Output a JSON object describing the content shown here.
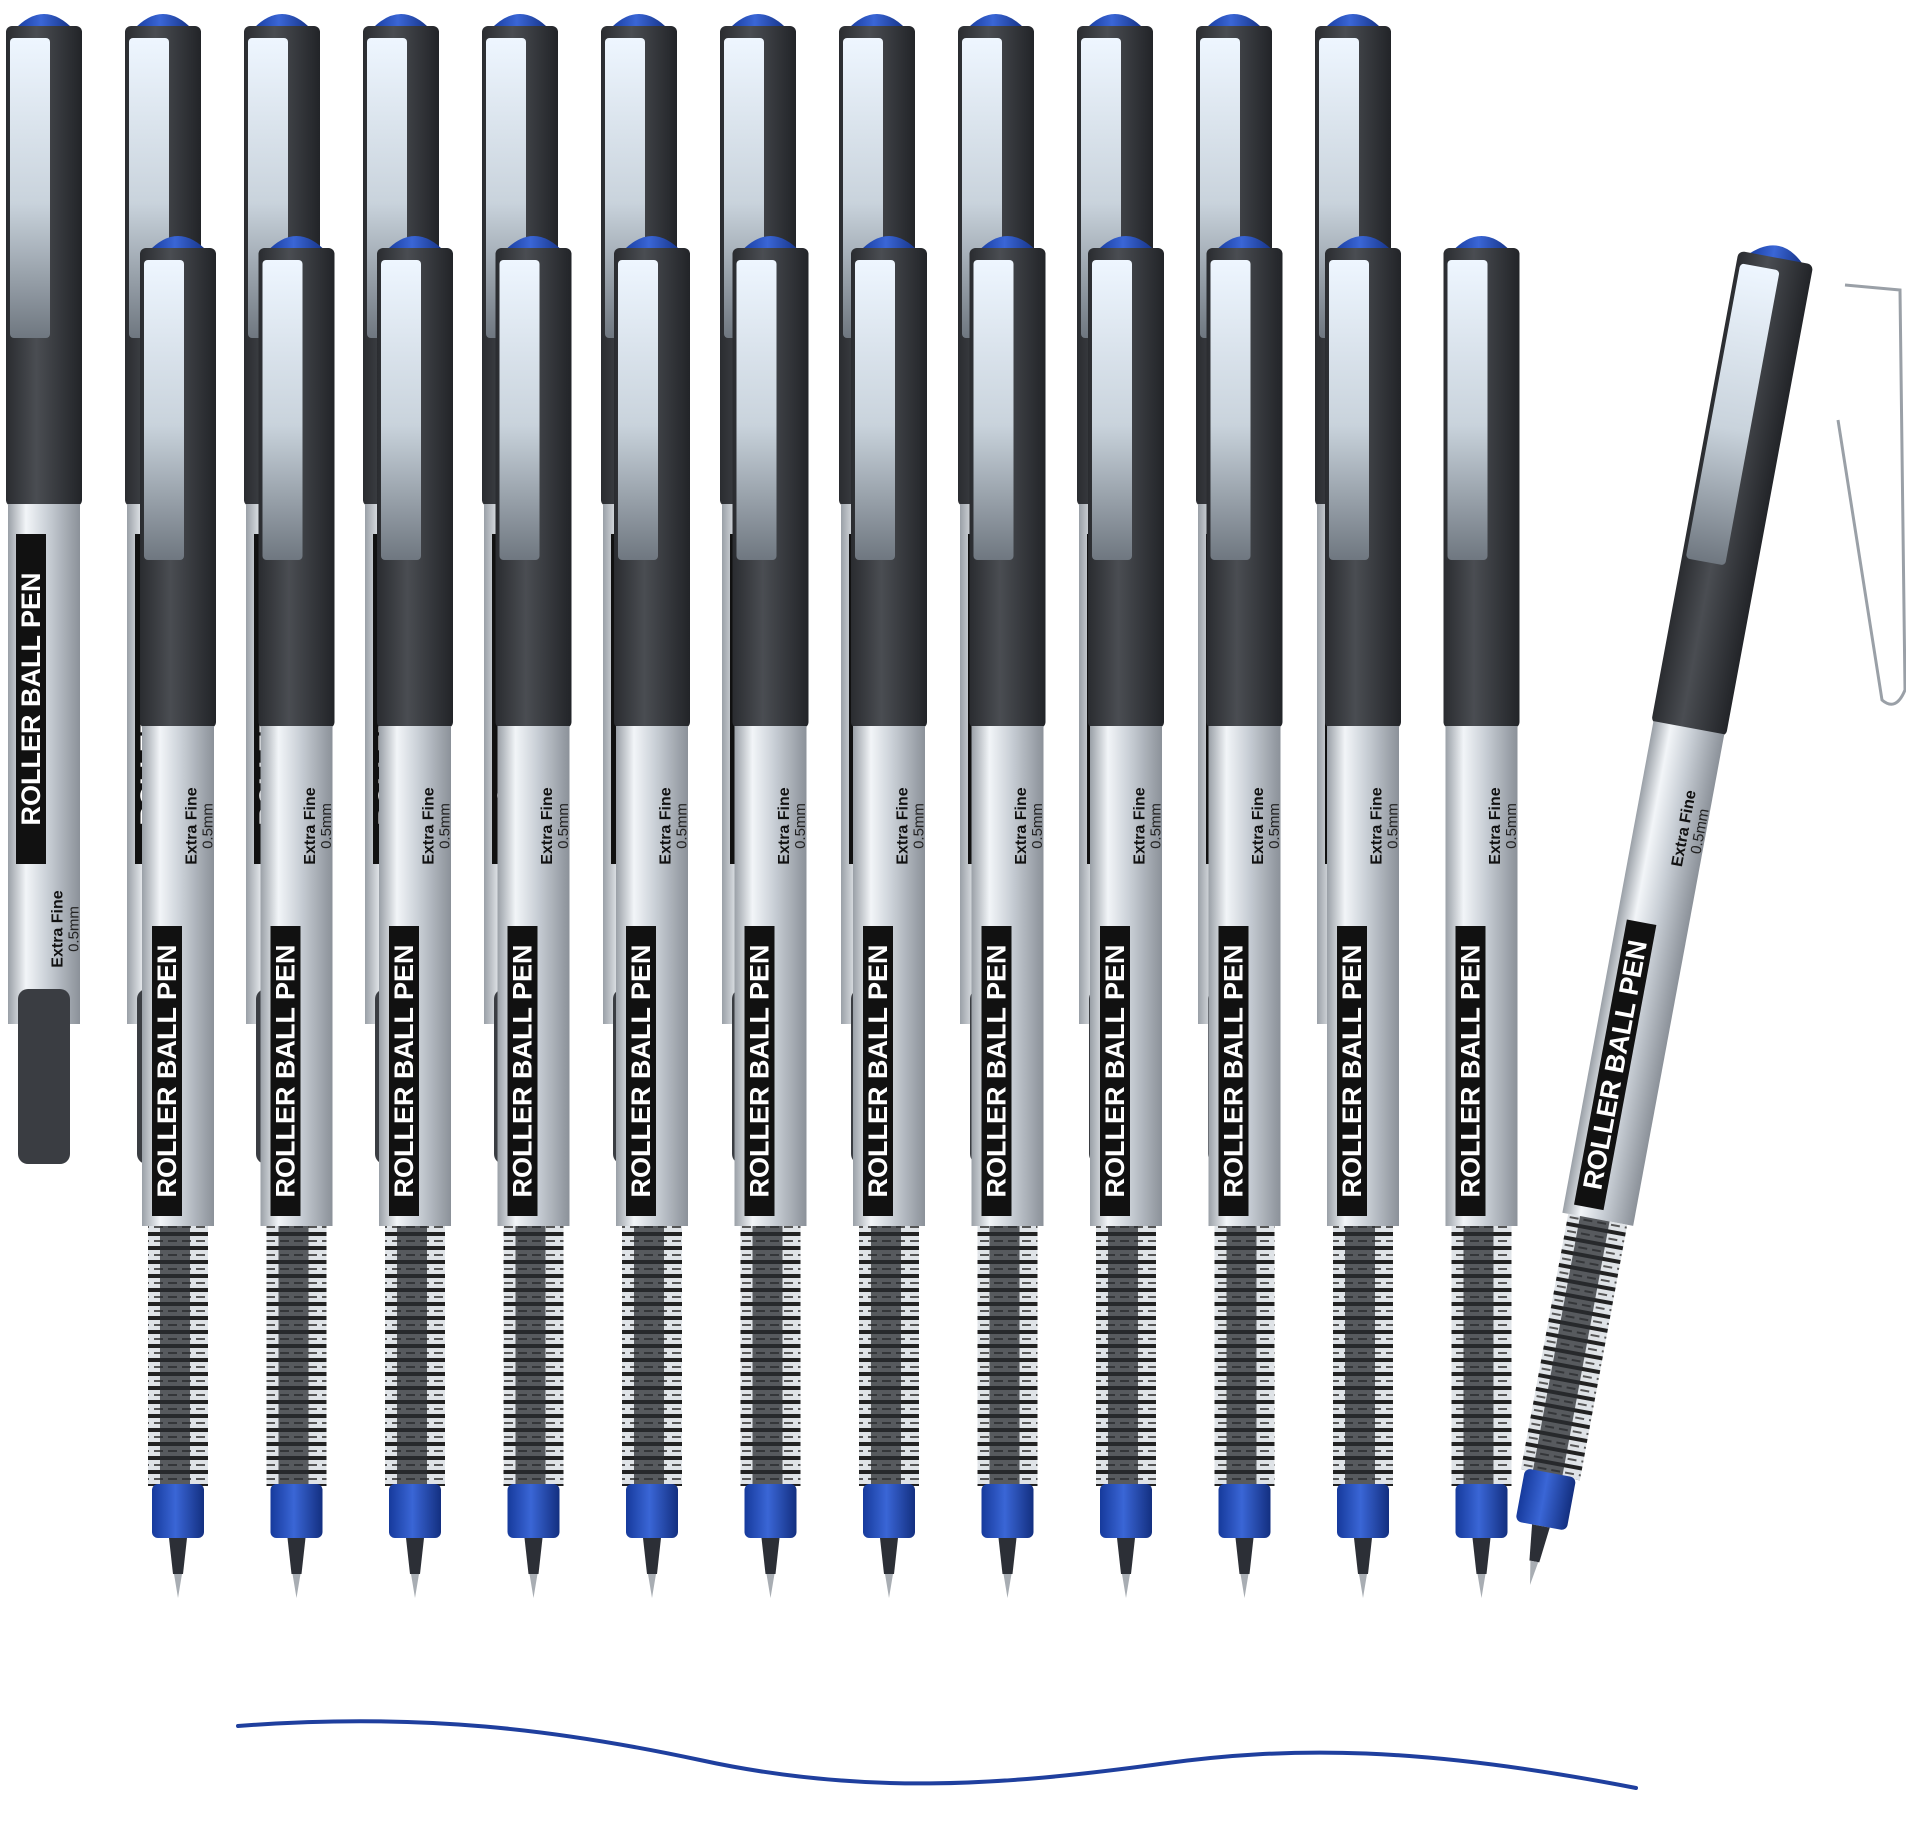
{
  "product": {
    "label_main": "ROLLER BALL PEN",
    "label_tip": "Extra Fine",
    "label_size": "0.5mm"
  },
  "colors": {
    "background": "#ffffff",
    "ink_blue": "#1f3f9e",
    "cap_blue": "#1d46b8",
    "barrel_dark": "#35383d",
    "label_black": "#111111",
    "silver_light": "#e4e9ee",
    "silver_dark": "#8e949b"
  },
  "layout": {
    "back_row_count": 12,
    "front_row_count": 12,
    "extra_pen_count": 1
  }
}
